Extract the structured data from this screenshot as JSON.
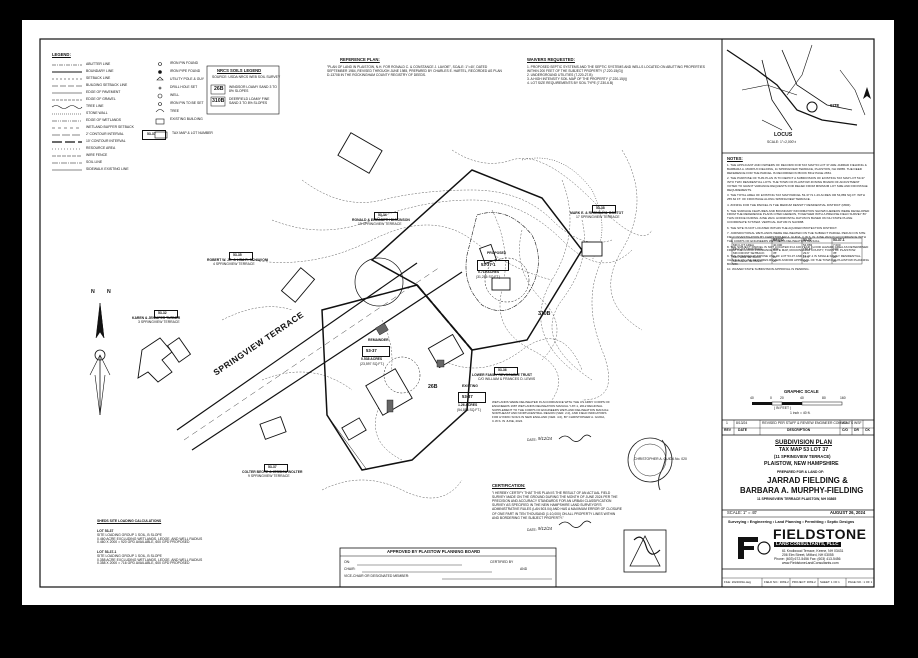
{
  "legend": {
    "title": "LEGEND:",
    "items": [
      "ABUTTER LINE",
      "BOUNDARY LINE",
      "SETBACK LINE",
      "BUILDING SETBACK LINE",
      "EDGE OF PAVEMENT",
      "EDGE OF GRAVEL",
      "TREE LINE",
      "STONE WALL",
      "EDGE OF WETLANDS",
      "WETLAND BUFFER SETBACK",
      "2' CONTOUR INTERVAL",
      "10' CONTOUR INTERVAL",
      "RESOURCE AREA",
      "WIRE FENCE",
      "SOIL LINE",
      "SIDEWALK EXISTING LINE"
    ],
    "symbols": [
      "IRON PIN FOUND",
      "IRON PIPE FOUND",
      "UTILITY POLE & GUY",
      "DRILL HOLE SET",
      "WELL",
      "IRON PIN TO BE SET",
      "TREE",
      "EXISTING BUILDING"
    ],
    "tax_label": "TAX MAP & LOT NUMBER",
    "tax_example": "53-37"
  },
  "soils_legend": {
    "title": "NRCS SOILS LEGEND",
    "source": "SOURCE: USDA NRCS WEB SOIL SURVEY",
    "rows": [
      {
        "code": "26B",
        "desc": "WINDSOR LOAMY SAND 3 TO 8% SLOPES"
      },
      {
        "code": "310B",
        "desc": "DEERFIELD LOAMY FINE SAND 3 TO 8% SLOPES"
      }
    ]
  },
  "reference_plan": {
    "title": "REFERENCE PLAN:",
    "text": "\"PLAN OF LAND IN PLAISTOW, N.H. FOR RONALD C. & CONSTANCE J. LAVOIE\", SCALE: 1\"=40', DATED SEPTEMBER 1984, REVISED THROUGH JUNE 1985, PREPARED BY CHARLES E. HARTEL, RECORDED AS PLAN D-13708 IN THE ROCKINGHAM COUNTY REGISTRY OF DEEDS."
  },
  "waivers": {
    "title": "WAIVERS REQUESTED:",
    "items": [
      "1. PROPOSED SEPTIC SYSTEMS AND THE SEPTIC SYSTEMS AND WELLS LOCATED ON ABUTTING PROPERTIES WITHIN 200 FEET OF THE SUBJECT PROPERTY (7.220-15(G))",
      "2. UNDERGROUND UTILITIES (7.220-27.B)",
      "3. A HIGH INTENSITY SOIL MAP OF THE PROPERTY (7.220-15(I))",
      "4. LOT SIZE REQUIREMENTS BY SOIL TYPE (7.230-6.B)"
    ]
  },
  "locus": {
    "site": "SITE",
    "title": "LOCUS",
    "scale": "SCALE: 1\"=2,000'±"
  },
  "notes": {
    "title": "NOTES:",
    "items": [
      "1. THE APPLICANT AND OWNERS OF RECORD FOR TAX MAP 53 LOT 37 ARE JARRAD FIELDING & BARBARA A. MURPHY-FIELDING, 11 SPRINGVIEW TERRACE, PLAISTOW, NH 03865. THE DEED REFERENCE FOR THE PARCEL IS RECORDED IN BOOK 6512 PAGE 2654.",
      "2. THE PURPOSE OF THIS PLAN IS TO DEPICT A SUBDIVISION OF EXISTING TAX MAP LOT 53-37 INTO TWO RESIDENTIAL LOTS. THE TOWN OF PLAISTOW ZONING BOARD OF ADJUSTMENT VOTED TO GRANT VARIANCE REQUESTS FOR RELIEF FROM MINIMUM LOT SIZE AND FRONTAGE REQUIREMENTS.",
      "3. THE TOTAL AREA OF EXISTING TAX MAP PARCEL 53-37 IS 1.26 ACRES OR 54,883 SQ.FT. WITH 255.62 FT. OF FRONTAGE ALONG SPRINGVIEW TERRACE.",
      "4. ZONING FOR THE PARCEL IS THE MEDIUM DENSITY RESIDENTIAL DISTRICT (MDR).",
      "5. THE SURFACE FEATURES AND BOUNDARY INFORMATION SHOWN HEREON WERE DEVELOPED FROM THE REFERENCE PLANS CITED HEREON, TOGETHER WITH A PRECISE FIELD SURVEY BY THIS OFFICE DURING JUNE 2024. HORIZONTAL DATUM IS BASED ON NH STATE PLANE COORDINATE SYSTEM. VERTICAL DATUM IS NAVD88.",
      "6. THE SITE IS NOT LOCATED WITHIN THE AQUIFER PROTECTION DISTRICT.",
      "7. JURISDICTIONAL WETLANDS WERE DELINEATED ON THE SUBJECT PARCEL PER AN ON SITE FIELD INVESTIGATION BY CHRISTOPHER A. GUIDA, C.W.S. IN JUNE 2024 IN ACCORDANCE WITH THE CORPS OF ENGINEERS WETLANDS DELINEATION MANUAL.",
      "8. THE SUBJECT PARCEL IS NOT LOCATED IN A 100 YEAR FLOOD HAZARD AREA AS DETERMINED FROM THE FLOOD INSURANCE RATE MAP, ROCKINGHAM COUNTY, TOWN OF PLAISTOW.",
      "9. THE INTENDED PURPOSE USE OF LOT 53-37 AND 53-37-1 IS SINGLE FAMILY RESIDENTIAL. CHANGE OF USE REQUIRES REVIEW AND/OR APPROVAL OF THE TOWN OF PLAISTOW PLANNING BOARD.",
      "10. WAIVER STATE SUBDIVISION APPROVAL IS PENDING."
    ]
  },
  "zoning_table": {
    "headers": [
      "",
      "REQ'D",
      "53-37",
      "53-37-1"
    ],
    "rows": [
      [
        "MIN LOT AREA",
        "40,000",
        "54,883",
        "7,000"
      ],
      [
        "MIN LOT FRONTAGE",
        "200'",
        "155.67'",
        "100'"
      ],
      [
        "MIN FRONT SETBACK",
        "35'",
        "29.6'",
        "35'"
      ],
      [
        "MIN SIDE SETBACK",
        "20'",
        "17.5'",
        "20'"
      ],
      [
        "MIN REAR SETBACK",
        "20'",
        "N/A",
        "20'"
      ]
    ]
  },
  "graphic_scale": {
    "title": "GRAPHIC SCALE",
    "ticks": [
      "40",
      "0",
      "20",
      "40",
      "80",
      "160"
    ],
    "unit": "( IN FEET )",
    "inch": "1 inch = 40 ft."
  },
  "revisions": {
    "rows": [
      [
        "1",
        "8/13/24",
        "REVISED PER STAFF & REVIEW ENGINEER COMMENTS",
        "ICA",
        "WSF"
      ]
    ],
    "headers": [
      "REV",
      "DATE",
      "DESCRIPTION",
      "C/O",
      "DR",
      "CK"
    ]
  },
  "title_block": {
    "plan_type": "SUBDIVISION PLAN",
    "tax_map": "TAX MAP 53 LOT 37",
    "address_line": "(11 SPRINGVIEW TERRACE)",
    "town": "PLAISTOW, NEW HAMPSHIRE",
    "prepared": "PREPARED FOR & LAND OF:",
    "owner1": "JARRAD FIELDING &",
    "owner2": "BARBARA A. MURPHY-FIELDING",
    "owner_addr": "11 SPRINGVIEW TERRACE    PLAISTOW, NH 03865",
    "scale": "SCALE: 1\" = 40'",
    "date": "AUGUST 26, 2024"
  },
  "company": {
    "services": "Surveying • Engineering • Land Planning • Permitting • Septic Designs",
    "name": "FIELDSTONE",
    "sub": "LAND CONSULTANTS, PLLC",
    "addr1": "61 Knollwood Terrace, Keene, NH 03431",
    "addr2": "206 Elm Street, Milford, NH 03055",
    "phone": "Phone: (603) 672-5456   Fax: (603) 413-5456",
    "web": "www.FieldstoneLandConsultants.com"
  },
  "footer_block": [
    "FILE: 2024003A.dwg",
    "FIELD NO.: 3069-2",
    "PROJECT: 3069-2",
    "SHEET: 1 OF 1",
    "PAGE NO.: 1 OF 1"
  ],
  "approval": {
    "title": "APPROVED BY PLAISTOW PLANNING BOARD",
    "on": "ON:",
    "chair": "CHAIR:",
    "vice": "VICE-CHAIR OR DESIGNATED MEMBER:",
    "certified": "CERTIFIED BY",
    "and": "AND"
  },
  "certification": {
    "title": "CERTIFICATION:",
    "text": "\"I HEREBY CERTIFY THAT THIS PLAN IS THE RESULT OF AN ACTUAL FIELD SURVEY MADE ON THE GROUND DURING THE MONTH OF JUNE 2024 PER THE PRECISION AND ACCURACY STANDARDS FOR AN URBAN CLASSIFICATION SURVEY AS SPECIFIED IN THE NEW HAMPSHIRE LAND SURVEYOR'S ADMINISTRATIVE RULES (LAN 503.04) AND HAS A MAXIMUM ERROR OF CLOSURE OF ONE PART IN TEN THOUSAND (1:10,000) ON ALL PROPERTY LINES WITHIN AND BORDERING THE SUBJECT PROPERTY.\"",
    "date_label": "DATE:",
    "date": "9/12/24"
  },
  "wetland_cert": {
    "text": "WETLANDS WERE DELINEATED IN ACCORDANCE WITH THE US ARMY CORPS OF ENGINEERS 1987 WETLANDS DELINEATION MANUAL Y-87-1, 2012 REGIONAL SUPPLEMENT TO THE CORPS OF ENGINEERS WETLAND DELINEATION MANUAL: NORTHEAST AND NORTHCENTRAL REGION (VER. 2.0), AND FIELD INDICATORS FOR HYDRIC SOILS IN NEW ENGLAND (VER. 4.0), BY CHRISTOPHER A. GUIDA, C.W.S. IN JUNE, 2024.",
    "date_label": "DATE:",
    "date": "9/12/24"
  },
  "soil_loading": {
    "title": "SHEDS SITE LOADING CALCULATIONS",
    "lot1": "LOT 53-37",
    "lot1_text": [
      "SITE LOADING GROUP 1 SOIL, B SLOPE",
      "0.460 ACRE EXCLUDING WETLANDS, LEDGE, AND WELL RADIUS",
      "0.460 X 2000 = 920 GPD AVAILABLE, 600 GPD PROPOSED"
    ],
    "lot2": "LOT 53-37-1",
    "lot2_text": [
      "SITE LOADING GROUP 1 SOIL, B SLOPE",
      "0.358 ACRE EXCLUDING WETLANDS, LEDGE, AND WELL RADIUS",
      "0.358 X 2000 = 716 GPD AVAILABLE, 600 GPD PROPOSED"
    ]
  },
  "road": {
    "name": "SPRINGVIEW TERRACE"
  },
  "lots": {
    "lot_a_id": "53-37-1",
    "lot_a_label": "PROPOSED",
    "lot_a_acres": "0.718 ACRES",
    "lot_a_sqft": "(31,286 SQ.FT.)",
    "lot_b_id": "53-37",
    "lot_b_label": "REMAINDER",
    "lot_b_acres": "0.538 ACRES",
    "lot_b_sqft": "(23,597 SQ.FT.)",
    "lot_c_id": "53-37",
    "lot_c_label": "EXISTING",
    "lot_c_acres": "1.26 ACRES",
    "lot_c_sqft": "(54,883 SQ.FT.)",
    "soil_a": "310B",
    "soil_b": "26B"
  },
  "abutters": [
    {
      "id": "53-34",
      "name": "RONALD & ELIZABETH DICKINSON",
      "addr": "15 SPRINGVIEW TERRACE"
    },
    {
      "id": "53-35",
      "name": "ROBERT W. JR. & LISA R. SCHIAVONI",
      "addr": "4 SPRINGVIEW TERRACE"
    },
    {
      "id": "53-32",
      "name": "KAREN & JENNIFER TURNER",
      "addr": "3 SPRINGVIEW TERRACE"
    },
    {
      "id": "53-38",
      "name": "MARK E. & RHONDA M. BOUTOT",
      "addr": "17 SPRINGVIEW TERRACE"
    },
    {
      "id": "53-36",
      "name": "LOWER FAMILY REVOCABLE TRUST",
      "addr": "C/O WILLIAM & FRANCES D. LEWIS"
    },
    {
      "id": "53-37",
      "name": "COLTER BEOTE & JESSICA WOLTER",
      "addr": "9 SPRINGVIEW TERRACE"
    }
  ],
  "north_arrow": "N",
  "seal_text": "CHRISTOPHER A. GUIDA No. 020"
}
